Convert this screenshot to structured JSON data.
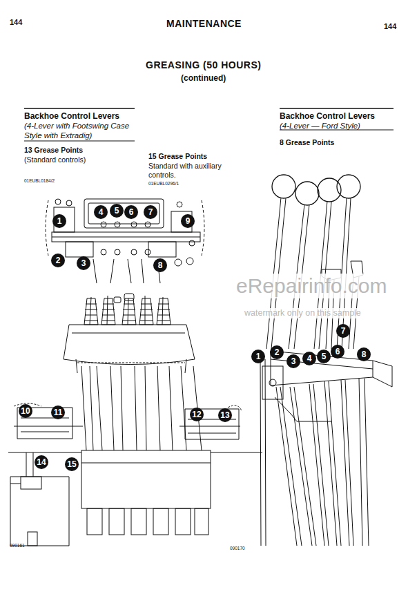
{
  "diagram": {
    "title": "GREASING (50 HOURS)",
    "labels": [
      "144",
      "MAINTENANCE",
      "144",
      "(continued)",
      "Backhoe Control Levers",
      "(4-Lever with Footswing Case Style with Extradig)",
      "13 Grease Points",
      "(Standard controls)",
      "01EUBL0184/2",
      "15 Grease Points",
      "Standard with auxiliary controls.",
      "01EUBL0296/1",
      "Backhoe Control Levers",
      "(4-Lever — Ford Style)",
      "8 Grease Points",
      "1",
      "2",
      "3",
      "4",
      "5",
      "6",
      "7",
      "8",
      "9",
      "10",
      "11",
      "12",
      "13",
      "14",
      "15",
      "1",
      "2",
      "3",
      "4",
      "5",
      "6",
      "7",
      "8",
      "090161",
      "090170",
      "eRepairinfo.com",
      "watermark only on this sample"
    ]
  }
}
